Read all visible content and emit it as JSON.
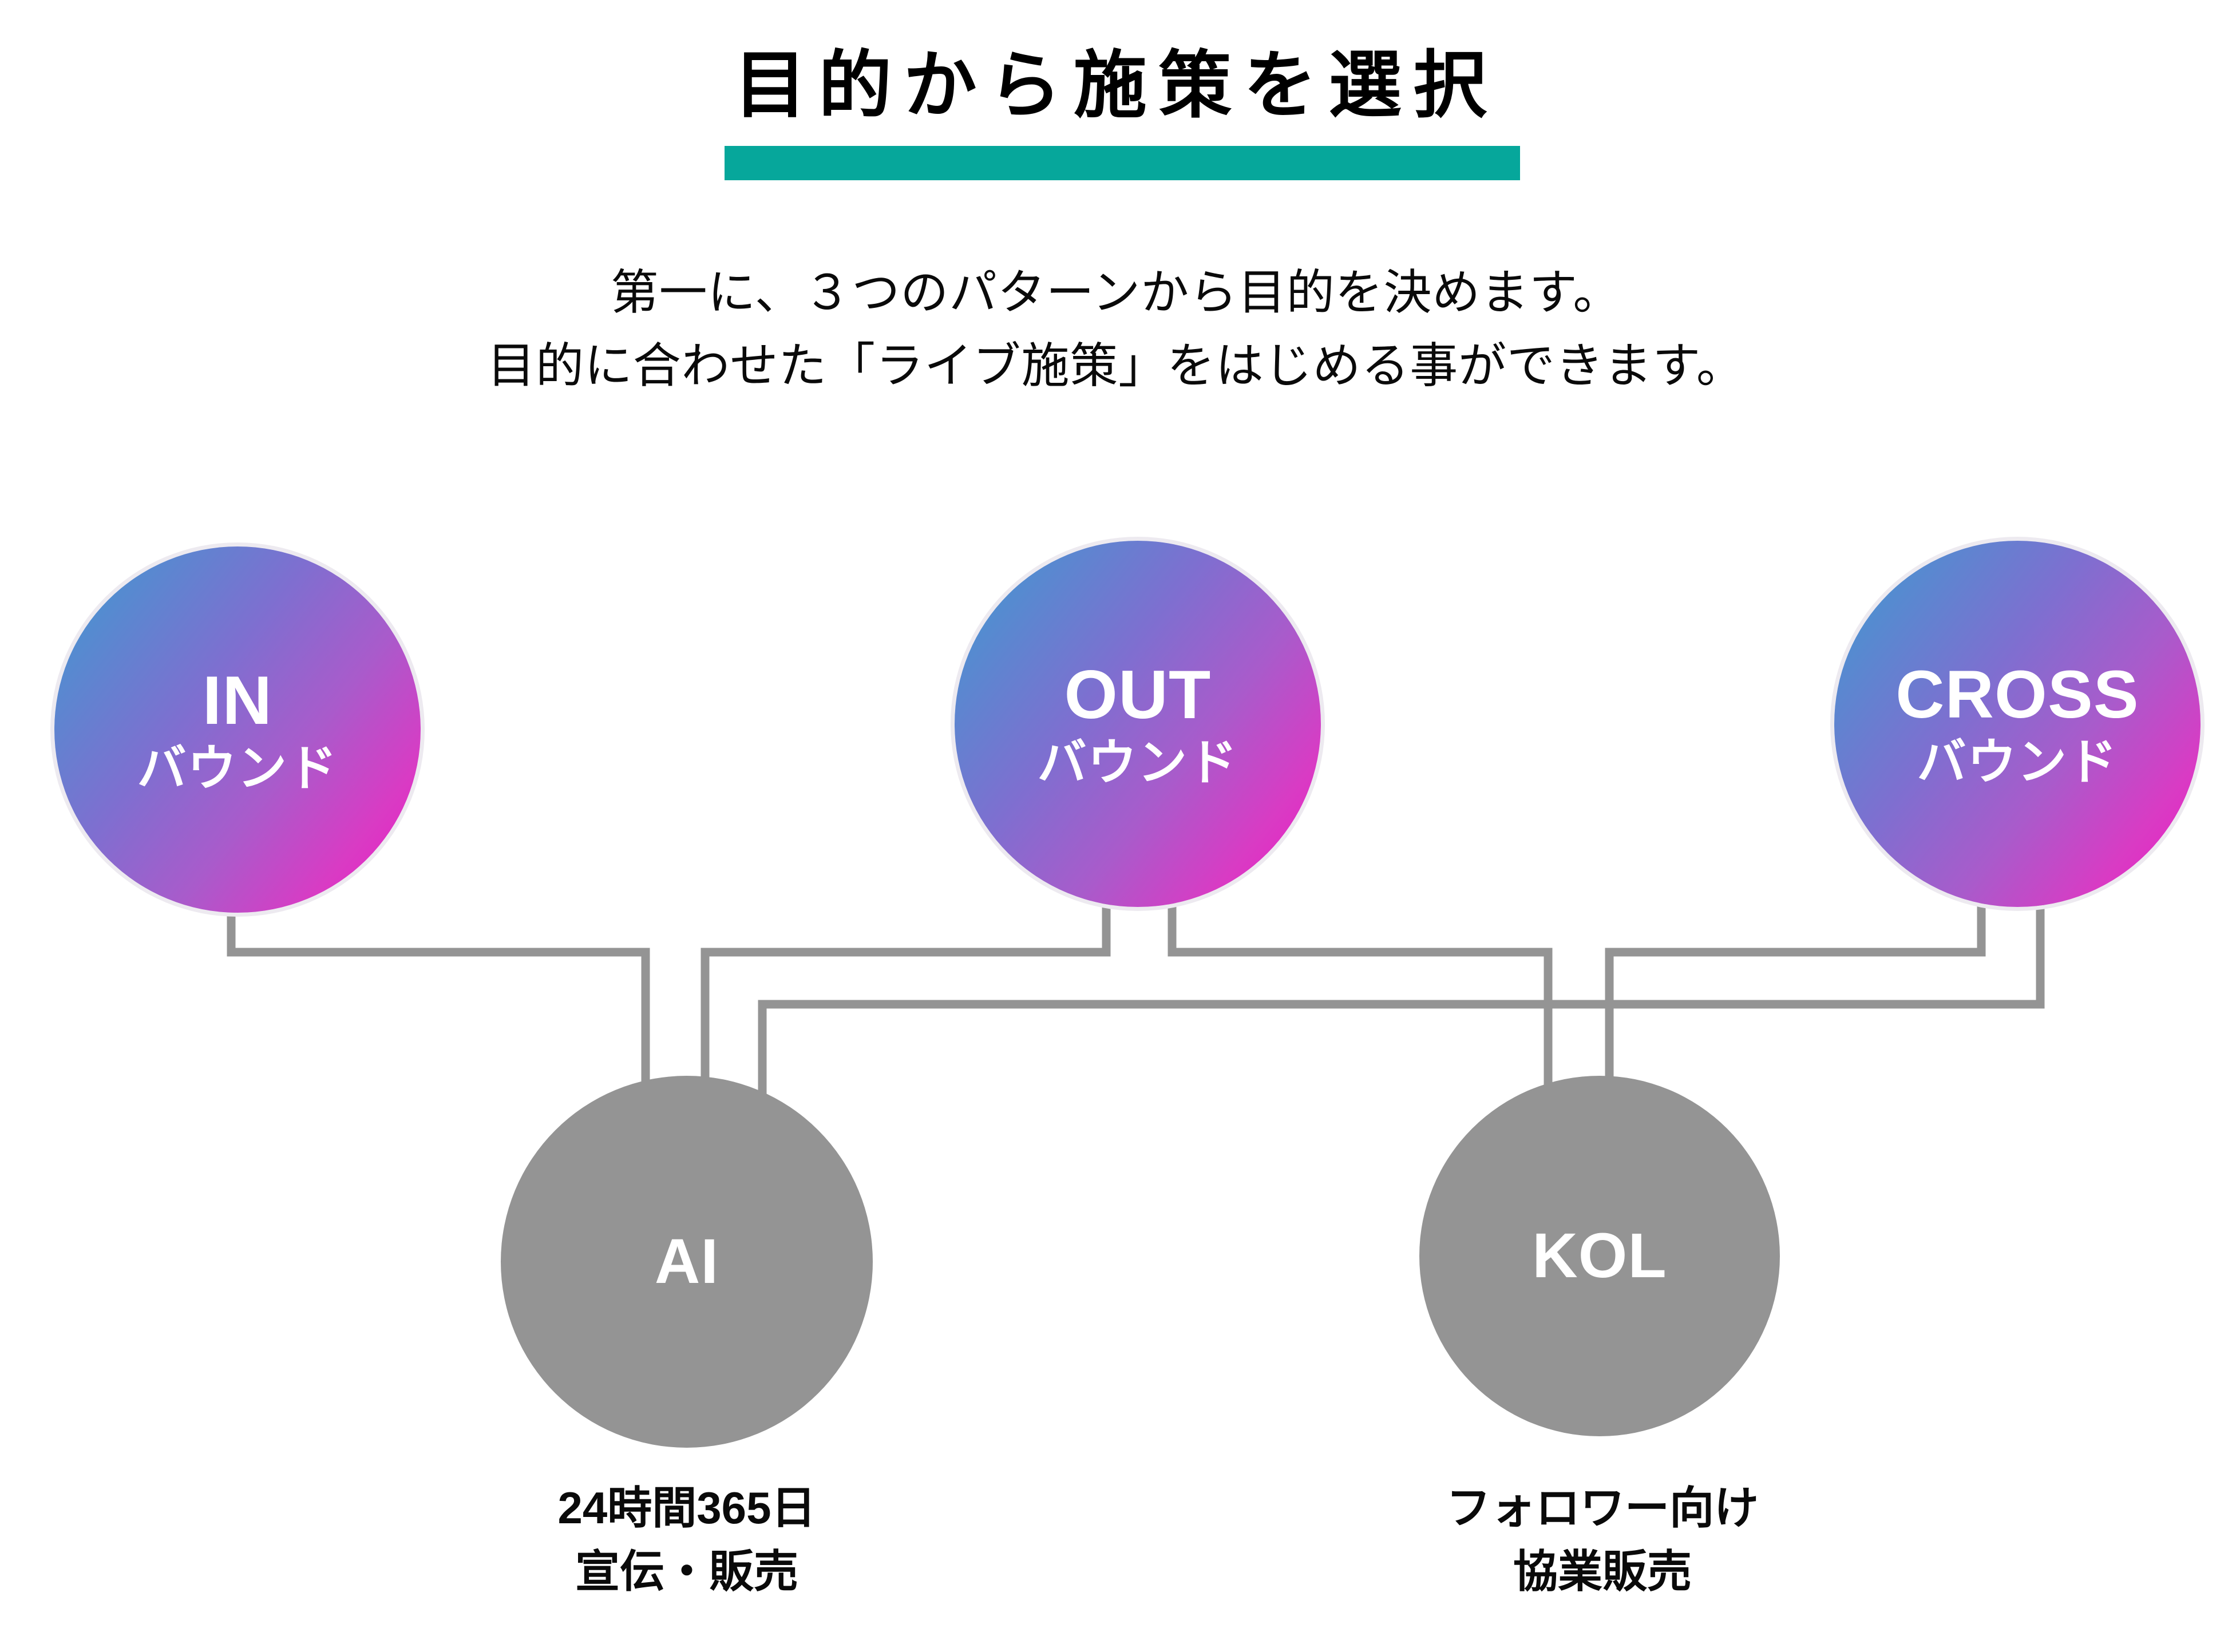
{
  "header": {
    "title": "目的から施策を選択",
    "underline_color": "#06A79B"
  },
  "subtitle": {
    "line1": "第一に、３つのパターンから目的を決めます。",
    "line2": "目的に合わせた「ライブ施策」をはじめる事ができます。"
  },
  "diagram": {
    "connector_color": "#949494",
    "source_nodes": [
      {
        "id": "in",
        "title": "IN",
        "subtitle": "バウンド",
        "gradient_from": "#4B9BD6",
        "gradient_to": "#EE17C6"
      },
      {
        "id": "out",
        "title": "OUT",
        "subtitle": "バウンド",
        "gradient_from": "#4B9BD6",
        "gradient_to": "#EE17C6"
      },
      {
        "id": "cross",
        "title": "CROSS",
        "subtitle": "バウンド",
        "gradient_from": "#4B9BD6",
        "gradient_to": "#EE17C6"
      }
    ],
    "target_nodes": [
      {
        "id": "ai",
        "title": "AI",
        "color": "#949494",
        "caption_line1": "24時間365日",
        "caption_line2": "宣伝・販売"
      },
      {
        "id": "kol",
        "title": "KOL",
        "color": "#949494",
        "caption_line1": "フォロワー向け",
        "caption_line2": "協業販売"
      }
    ],
    "links": [
      {
        "from": "in",
        "to": "ai"
      },
      {
        "from": "out",
        "to": "ai"
      },
      {
        "from": "out",
        "to": "kol"
      },
      {
        "from": "cross",
        "to": "ai"
      },
      {
        "from": "cross",
        "to": "kol"
      }
    ]
  }
}
